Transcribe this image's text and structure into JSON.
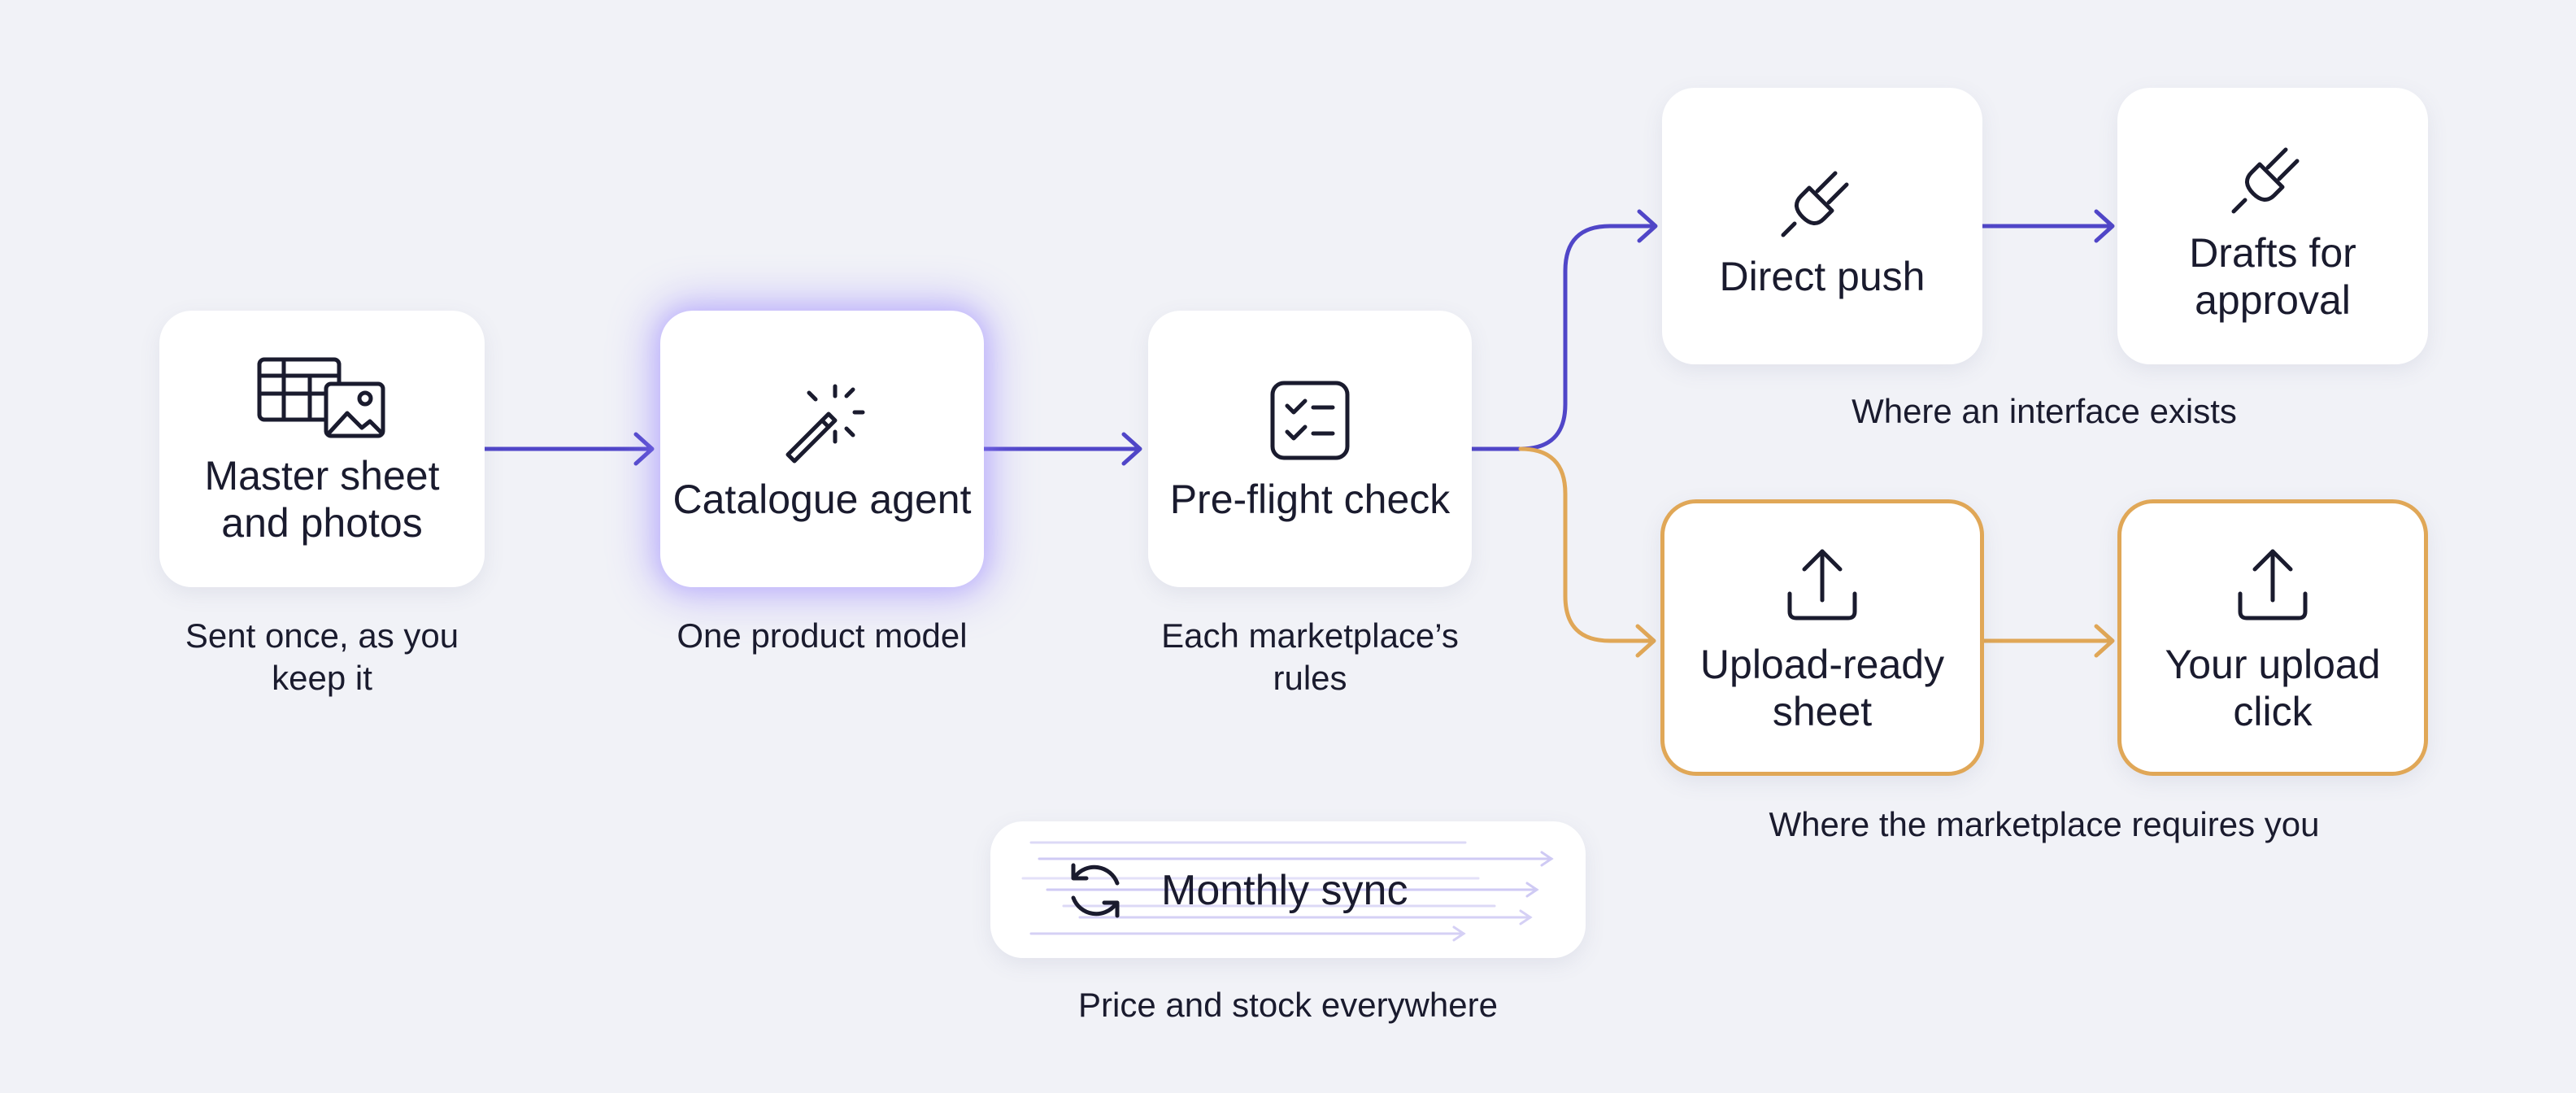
{
  "colors": {
    "background": "#f1f2f7",
    "primary_flow": "#5046c8",
    "manual_flow": "#e0a757",
    "glow": "#9682ff",
    "text": "#1a1b2e"
  },
  "nodes": {
    "master": {
      "title": "Master sheet and photos",
      "caption": "Sent once, as you keep it",
      "icon": "spreadsheet-photo-icon"
    },
    "agent": {
      "title": "Catalogue agent",
      "caption": "One product model",
      "icon": "magic-wand-icon"
    },
    "preflight": {
      "title": "Pre-flight check",
      "caption": "Each marketplace’s rules",
      "icon": "checklist-icon"
    },
    "direct_push": {
      "title": "Direct push",
      "icon": "plug-icon"
    },
    "drafts": {
      "title": "Drafts for approval",
      "icon": "plug-icon"
    },
    "upload_sheet": {
      "title": "Upload-ready sheet",
      "icon": "upload-icon"
    },
    "upload_click": {
      "title": "Your upload click",
      "icon": "upload-icon"
    }
  },
  "branches": {
    "interface": {
      "caption": "Where an interface exists"
    },
    "manual": {
      "caption": "Where the marketplace requires you"
    }
  },
  "sync": {
    "label": "Monthly sync",
    "caption": "Price and stock everywhere",
    "icon": "refresh-icon"
  }
}
